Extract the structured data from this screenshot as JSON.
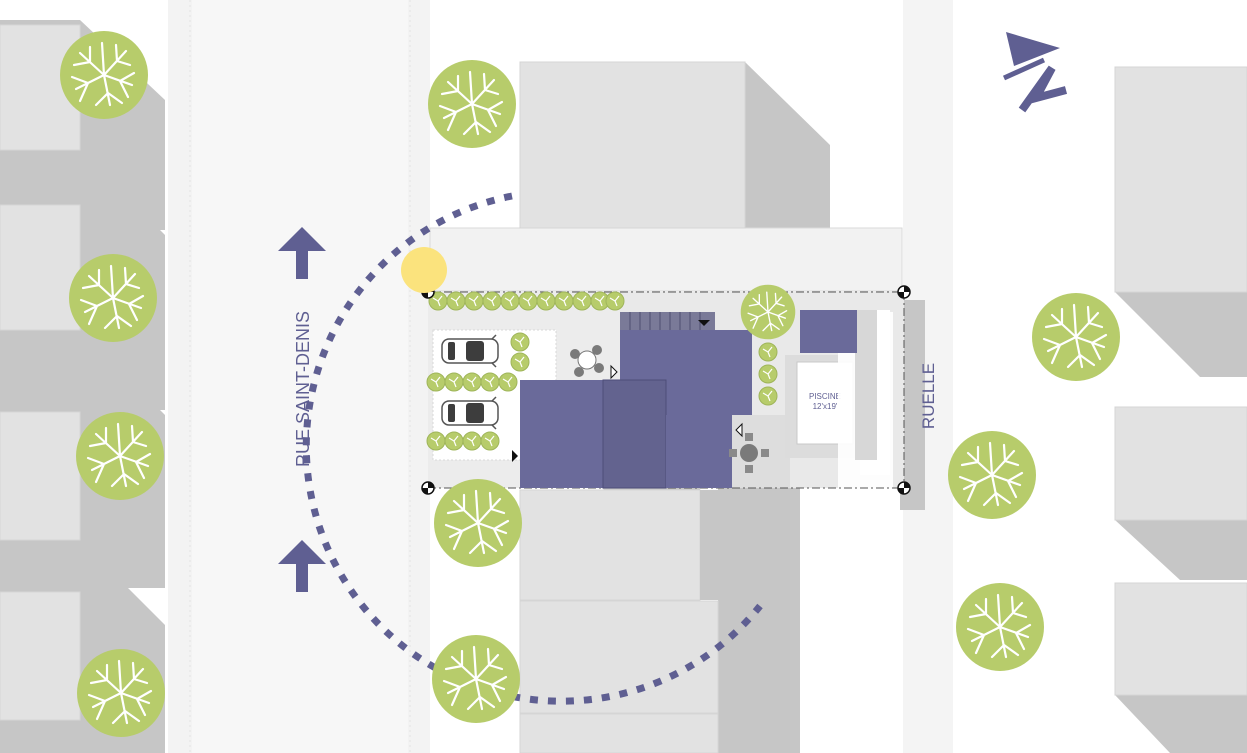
{
  "labels": {
    "street": "RUE SAINT-DENIS",
    "alley": "RUELLE",
    "pool_name": "PISCINE",
    "pool_size": "12'x19'"
  },
  "colors": {
    "building": "#e2e2e2",
    "shadow": "#c6c6c6",
    "sidewalk": "#f3f3f3",
    "street": "#f7f7f7",
    "house": "#6a6a9a",
    "accent": "#5f5f92",
    "tree": "#b7cc6b",
    "sun": "#fbe37d"
  },
  "icons": [
    "north-arrow-icon",
    "sun-icon",
    "tree-icon",
    "car-icon",
    "patio-table-icon",
    "traffic-arrow-icon",
    "survey-marker-icon"
  ]
}
